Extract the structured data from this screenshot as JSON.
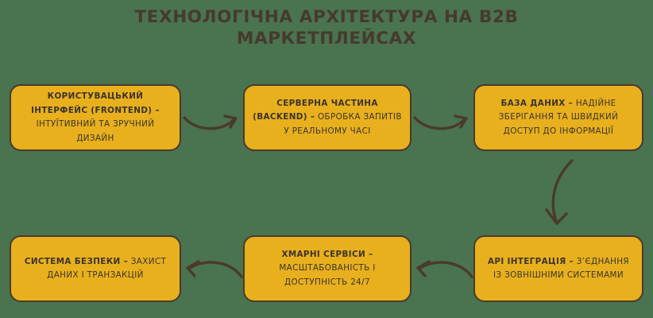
{
  "title": {
    "line1": "ТЕХНОЛОГІЧНА АРХІТЕКТУРА НА B2B",
    "line2": "МАРКЕТПЛЕЙСАХ",
    "full": "ТЕХНОЛОГІЧНА АРХІТЕКТУРА НА B2B\nМАРКЕТПЛЕЙСАХ",
    "color": "#463a2e"
  },
  "colors": {
    "background": "#4a7350",
    "box_fill": "#e9b01e",
    "box_border": "#4a3a2c",
    "box_text": "#3a342c",
    "arrow": "#4a3a2c"
  },
  "nodes": [
    {
      "id": "frontend",
      "heading": "КОРИСТУВАЦЬКИЙ ІНТЕРФЕЙС (FRONTEND) –",
      "description": " ІНТУЇТИВНИЙ ТА ЗРУЧНИЙ ДИЗАЙН",
      "full_text": "КОРИСТУВАЦЬКИЙ ІНТЕРФЕЙС (FRONTEND) – ІНТУЇТИВНИЙ ТА ЗРУЧНИЙ ДИЗАЙН"
    },
    {
      "id": "backend",
      "heading": "СЕРВЕРНА ЧАСТИНА (BACKEND) –",
      "description": " ОБРОБКА ЗАПИТІВ У РЕАЛЬНОМУ ЧАСІ",
      "full_text": "СЕРВЕРНА ЧАСТИНА (BACKEND) – ОБРОБКА ЗАПИТІВ У РЕАЛЬНОМУ ЧАСІ"
    },
    {
      "id": "database",
      "heading": "БАЗА ДАНИХ –",
      "description": " НАДІЙНЕ ЗБЕРІГАННЯ ТА ШВИДКИЙ ДОСТУП ДО ІНФОРМАЦІЇ",
      "full_text": "БАЗА ДАНИХ – НАДІЙНЕ ЗБЕРІГАННЯ ТА ШВИДКИЙ ДОСТУП ДО ІНФОРМАЦІЇ"
    },
    {
      "id": "api",
      "heading": "API ІНТЕГРАЦІЯ –",
      "description": " З’ЄДНАННЯ ІЗ ЗОВНІШНІМИ СИСТЕМАМИ",
      "full_text": "API ІНТЕГРАЦІЯ – З’ЄДНАННЯ ІЗ ЗОВНІШНІМИ СИСТЕМАМИ"
    },
    {
      "id": "cloud",
      "heading": "ХМАРНІ СЕРВІСИ –",
      "description": " МАСШТАБОВАНІСТЬ І ДОСТУПНІСТЬ 24/7",
      "full_text": "ХМАРНІ СЕРВІСИ – МАСШТАБОВАНІСТЬ І ДОСТУПНІСТЬ 24/7"
    },
    {
      "id": "security",
      "heading": "СИСТЕМА БЕЗПЕКИ –",
      "description": " ЗАХИСТ ДАНИХ І ТРАНЗАКЦІЙ",
      "full_text": "СИСТЕМА БЕЗПЕКИ – ЗАХИСТ ДАНИХ І ТРАНЗАКЦІЙ"
    }
  ],
  "arrows": [
    {
      "id": "frontend-to-backend",
      "direction": "right"
    },
    {
      "id": "backend-to-database",
      "direction": "right"
    },
    {
      "id": "database-to-api",
      "direction": "down"
    },
    {
      "id": "api-to-cloud",
      "direction": "left"
    },
    {
      "id": "cloud-to-security",
      "direction": "left"
    }
  ]
}
